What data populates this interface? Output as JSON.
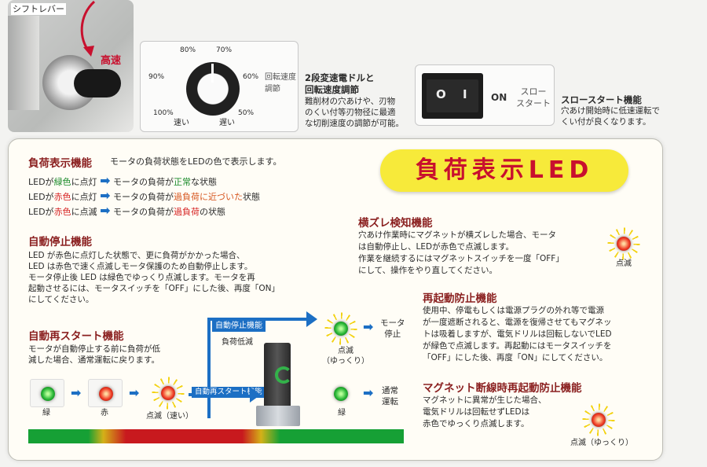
{
  "top": {
    "shift_label": "シフトレバー",
    "high_speed": "高速",
    "dial": {
      "ticks": [
        "80%",
        "70%",
        "90%",
        "60%",
        "100%",
        "50%"
      ],
      "fast": "速い",
      "slow": "遅い",
      "side_label": "回転速度\n調節"
    },
    "speed_title": "2段変速電ドルと\n回転速度調節",
    "speed_text": "難削材の穴あけや、刃物\nのくい付等刃物径に最適\nな切削速度の調節が可能。",
    "switch": {
      "o": "O",
      "i": "I",
      "on": "ON",
      "label": "スロー\nスタート"
    },
    "slow_title": "スロースタート機能",
    "slow_text": "穴あけ開始時に低速運転で\nくい付が良くなります。"
  },
  "load": {
    "title": "負荷表示機能",
    "subtitle": "モータの負荷状態をLEDの色で表示します。",
    "lines": [
      {
        "pre": "LEDが",
        "color": "緑色",
        "mid": "に点灯",
        "post": "モータの負荷が",
        "hl": "正常",
        "end": "な状態"
      },
      {
        "pre": "LEDが",
        "color": "赤色",
        "mid": "に点灯",
        "post": "モータの負荷が",
        "hl": "過負荷に近づいた",
        "end": "状態"
      },
      {
        "pre": "LEDが",
        "color": "赤色",
        "mid": "に点滅",
        "post": "モータの負荷が",
        "hl": "過負荷",
        "end": "の状態"
      }
    ],
    "badge": "負荷表示LED"
  },
  "auto_stop": {
    "title": "自動停止機能",
    "text": "LED が赤色に点灯した状態で、更に負荷がかかった場合、\nLED は赤色で速く点滅しモータ保護のため自動停止します。\nモータ停止後 LED は緑色でゆっくり点滅します。モータを再\n起動させるには、モータスイッチを「OFF」にした後、再度「ON」\nにしてください。"
  },
  "restart": {
    "title": "自動再スタート機能",
    "text": "モータが自動停止する前に負荷が低\n減した場合、通常運転に戻ります。",
    "seq": [
      "緑",
      "赤",
      "点滅（速い）"
    ]
  },
  "flow": {
    "auto_stop": "自動停止機能",
    "load_down": "負荷低減",
    "auto_restart": "自動再スタート機能",
    "blink_slow": "点滅\n（ゆっくり）",
    "motor_stop": "モータ\n停止",
    "green": "緑",
    "normal": "通常\n運転"
  },
  "shift": {
    "title": "横ズレ検知機能",
    "text": "穴あけ作業時にマグネットが横ズレした場合、モータ\nは自動停止し、LEDが赤色で点滅します。\n作業を継続するにはマグネットスイッチを一度「OFF」\nにして、操作をやり直してください。",
    "blink": "点滅"
  },
  "restart_prevent": {
    "title": "再起動防止機能",
    "text": "使用中、停電もしくは電源プラグの外れ等で電源\nが一度遮断されると、電源を復帰させてもマグネッ\nトは吸着しますが、電気ドリルは回転しないでLED\nが緑色で点滅します。再起動にはモータスイッチを\n「OFF」にした後、再度「ON」にしてください。"
  },
  "magnet": {
    "title": "マグネット断線時再起動防止機能",
    "text": "マグネットに異常が生じた場合、\n電気ドリルは回転せずLEDは\n赤色でゆっくり点滅します。",
    "blink": "点滅（ゆっくり）"
  },
  "colors": {
    "green": "#1a8a2a",
    "red": "#d62222",
    "blue": "#1c6fc4",
    "yellow": "#f3d315",
    "title": "#8a1f1f"
  }
}
